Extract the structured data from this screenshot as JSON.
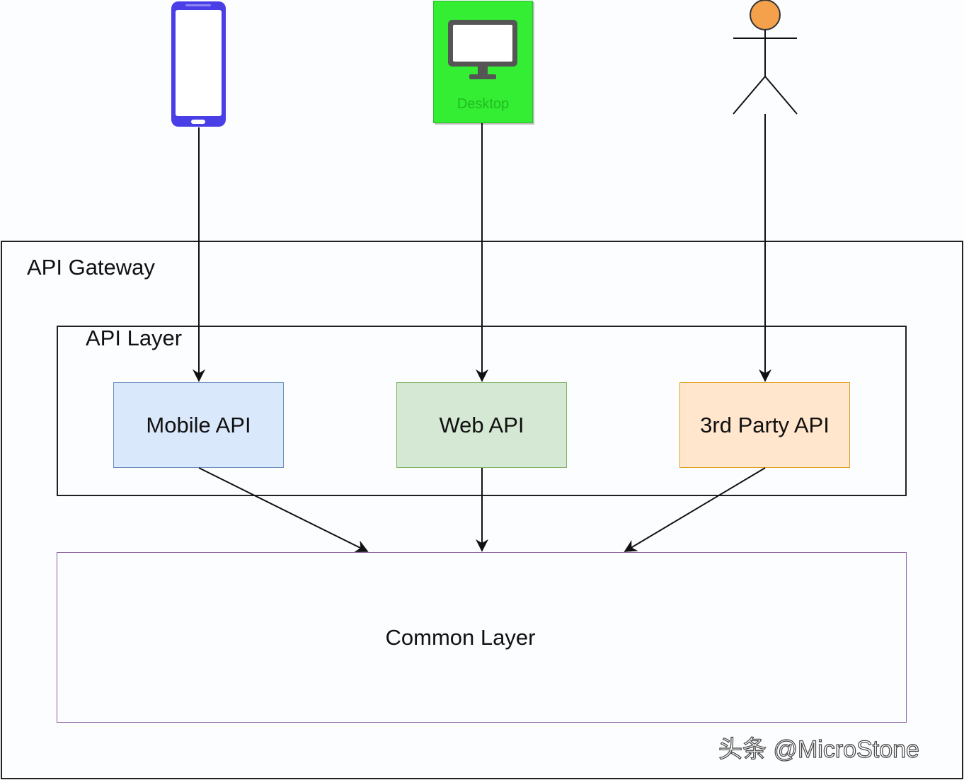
{
  "gateway": {
    "label": "API Gateway"
  },
  "api_layer": {
    "label": "API Layer",
    "boxes": [
      {
        "label": "Mobile API",
        "fill": "#dae8fc",
        "stroke": "#6c8ebf"
      },
      {
        "label": "Web API",
        "fill": "#d5e8d4",
        "stroke": "#82b366"
      },
      {
        "label": "3rd Party API",
        "fill": "#ffe6cc",
        "stroke": "#e0a020"
      }
    ]
  },
  "common_layer": {
    "label": "Common Layer"
  },
  "clients": [
    {
      "icon": "mobile-phone-icon",
      "color": "#4a3ee6"
    },
    {
      "icon": "desktop-monitor-icon",
      "label": "Desktop",
      "color": "#33ee33"
    },
    {
      "icon": "user-actor-icon",
      "color": "#f5a04a"
    }
  ],
  "watermark": "头条 @MicroStone"
}
